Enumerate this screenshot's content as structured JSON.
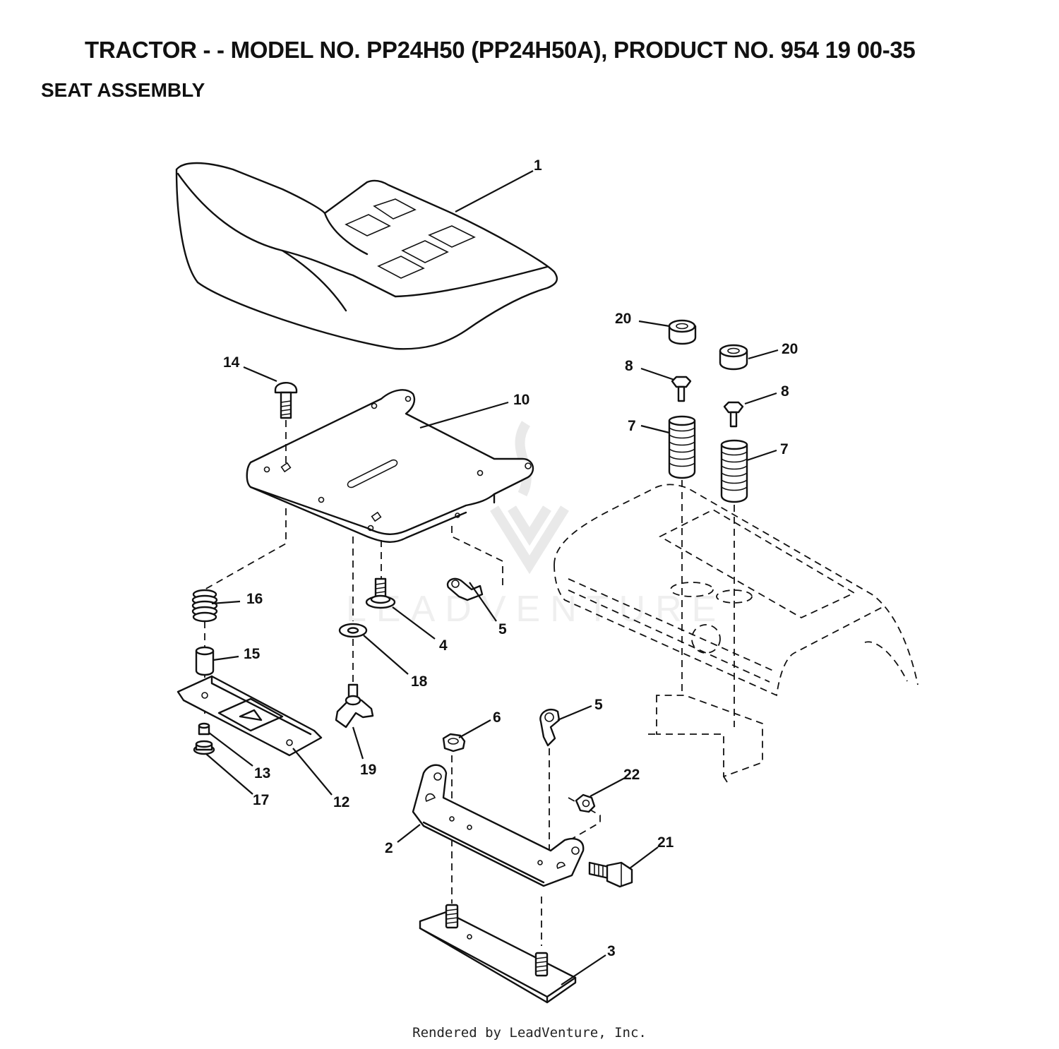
{
  "header": {
    "title": "TRACTOR - - MODEL NO. PP24H50 (PP24H50A), PRODUCT NO. 954 19 00-35",
    "section": "SEAT ASSEMBLY"
  },
  "diagram": {
    "callouts": [
      "1",
      "2",
      "3",
      "4",
      "5",
      "5",
      "6",
      "7",
      "7",
      "8",
      "8",
      "10",
      "12",
      "13",
      "14",
      "15",
      "16",
      "17",
      "18",
      "19",
      "20",
      "20",
      "21",
      "22"
    ]
  },
  "watermark": {
    "text": "LEADVENTURE"
  },
  "footer": {
    "text": "Rendered by LeadVenture, Inc."
  },
  "colors": {
    "ink": "#111111",
    "background": "#ffffff",
    "watermark": "#e9e9e9"
  }
}
